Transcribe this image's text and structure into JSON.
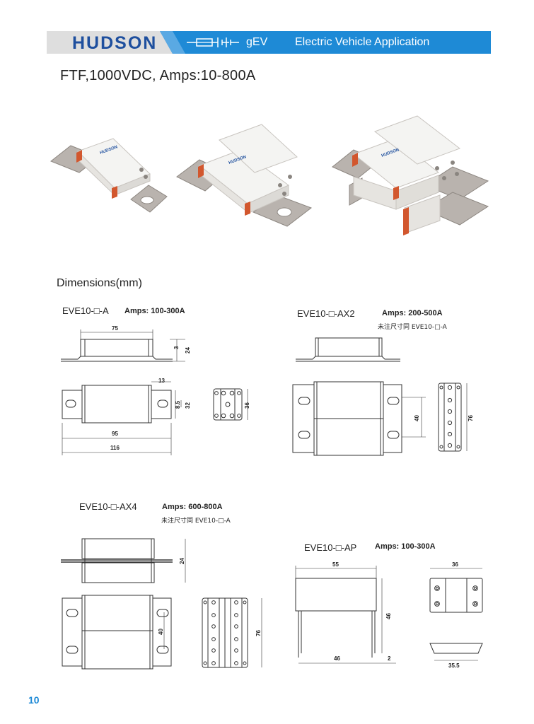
{
  "header": {
    "brand": "HUDSON",
    "category": "gEV",
    "application": "Electric Vehicle Application"
  },
  "title": "FTF,1000VDC, Amps:10-800A",
  "dimensions_heading": "Dimensions(mm)",
  "models": {
    "a": {
      "name": "EVE10-□-A",
      "amps": "Amps: 100-300A"
    },
    "ax2": {
      "name": "EVE10-□-AX2",
      "amps": "Amps: 200-500A",
      "note": "未注尺寸同 EVE10-□-A"
    },
    "ax4": {
      "name": "EVE10-□-AX4",
      "amps": "Amps: 600-800A",
      "note": "未注尺寸同 EVE10-□-A"
    },
    "ap": {
      "name": "EVE10-□-AP",
      "amps": "Amps: 100-300A"
    }
  },
  "dims": {
    "a_top_width": "75",
    "a_top_h1": "3",
    "a_top_h2": "24",
    "a_side_13": "13",
    "a_side_85": "8.5",
    "a_side_32": "32",
    "a_side_95": "95",
    "a_side_116": "116",
    "a_end_36": "36",
    "ax2_side_40": "40",
    "ax2_end_76": "76",
    "ax4_top_24": "24",
    "ax4_side_40": "40",
    "ax4_end_76": "76",
    "ap_width": "55",
    "ap_height": "46",
    "ap_bottom_46": "46",
    "ap_bottom_2": "2",
    "ap_end_36": "36",
    "ap_end_355": "35.5"
  },
  "page_number": "10",
  "colors": {
    "banner_blue": "#1e8ad6",
    "brand_blue": "#1e4f9e",
    "page_number": "#1e8ad6"
  }
}
